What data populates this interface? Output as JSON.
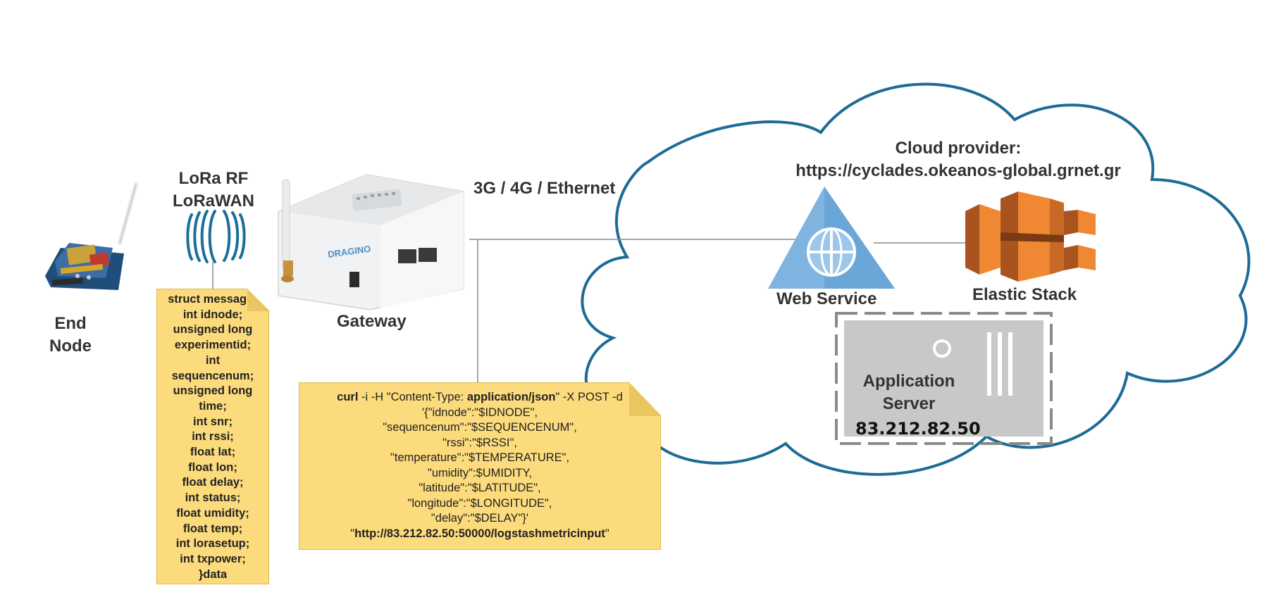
{
  "labels": {
    "end_node": [
      "End",
      "Node"
    ],
    "lora": [
      "LoRa RF",
      "LoRaWAN"
    ],
    "gateway": "Gateway",
    "network": "3G / 4G / Ethernet",
    "cloud_provider": [
      "Cloud provider:",
      "https://cyclades.okeanos-global.grnet.gr"
    ],
    "web_service": "Web Service",
    "elastic_stack": "Elastic Stack",
    "app_server": [
      "Application",
      "Server"
    ],
    "app_server_ip": "83.212.82.50",
    "gateway_brand": "DRAGINO"
  },
  "struct_note": {
    "lines": [
      "struct message{",
      "int idnode;",
      "unsigned long",
      "experimentid;",
      "int",
      "sequencenum;",
      "unsigned long",
      "time;",
      "int snr;",
      "int rssi;",
      "float lat;",
      "float lon;",
      "float delay;",
      "int status;",
      "float umidity;",
      "float temp;",
      "int lorasetup;",
      "int txpower;",
      "}data"
    ]
  },
  "curl_note": {
    "line1": {
      "cmd": "curl",
      "a": " -i -H \"Content-Type: ",
      "ct": "application/json",
      "b": "\" -X POST -d"
    },
    "body_lines": [
      "'{\"idnode\":\"$IDNODE\",",
      "\"sequencenum\":\"$SEQUENCENUM\",",
      "\"rssi\":\"$RSSI\",",
      "\"temperature\":\"$TEMPERATURE\",",
      "\"umidity\":$UMIDITY,",
      "\"latitude\":\"$LATITUDE\",",
      "\"longitude\":\"$LONGITUDE\",",
      "\"delay\":\"$DELAY\"}'"
    ],
    "url": {
      "q1": "\"",
      "url": "http://83.212.82.50:50000/logstashmetricinput",
      "q2": "\""
    }
  },
  "colors": {
    "cloud_stroke": "#1d6b96",
    "note_fill": "#fcdb7c",
    "web_service": "#7fb4e0",
    "elastic": "#f08732",
    "server_fill": "#c8c8c8"
  }
}
